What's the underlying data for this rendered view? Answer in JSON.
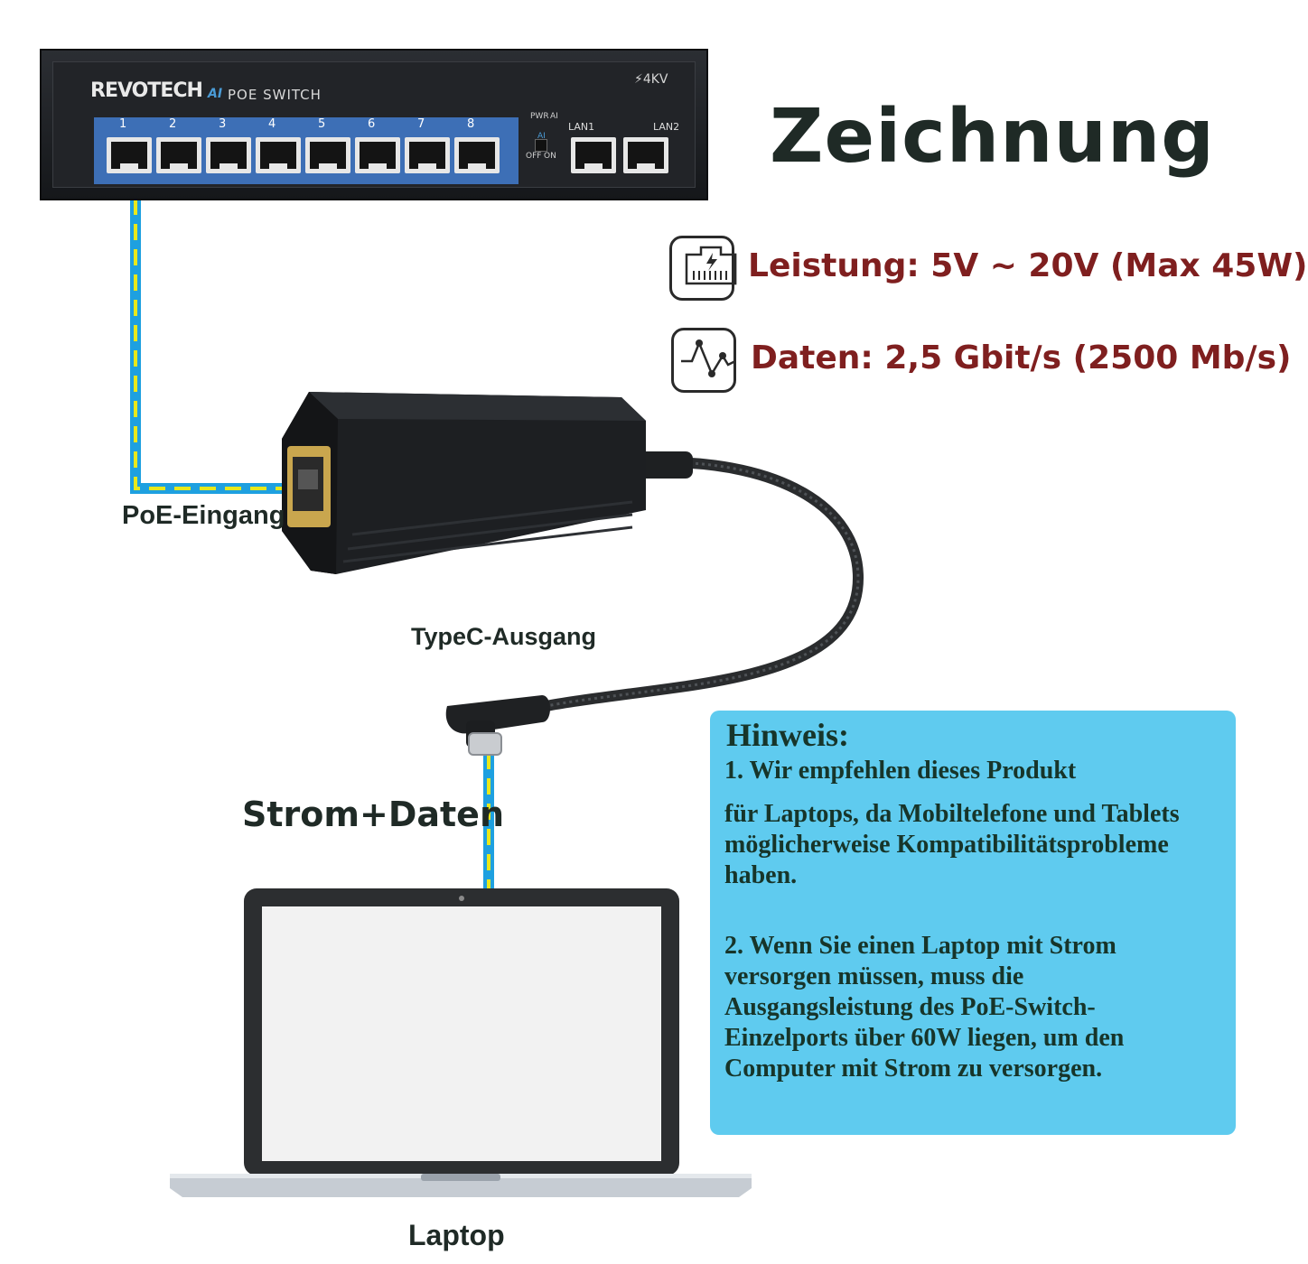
{
  "switch": {
    "brand": "REVOTECH",
    "brand_ai": "AI",
    "brand_sub": "POE SWITCH",
    "surge": "4KV",
    "ports": [
      "1",
      "2",
      "3",
      "4",
      "5",
      "6",
      "7",
      "8"
    ],
    "pwr": "PWR",
    "ai": "AI",
    "ai_small": "AI",
    "off": "OFF",
    "on": "ON",
    "lan1": "LAN1",
    "lan2": "LAN2"
  },
  "heading": "Zeichnung",
  "specs": {
    "power": "Leistung: 5V ~ 20V (Max 45W)",
    "power_icon": "ethernet-power-icon",
    "data": "Daten: 2,5 Gbit/s (2500 Mb/s)",
    "data_icon": "waveform-icon"
  },
  "labels": {
    "poe_in": "PoE-Eingang",
    "typec_out": "TypeC-Ausgang",
    "power_data": "Strom+Daten",
    "laptop": "Laptop"
  },
  "note": {
    "title": "Hinweis:",
    "p1_line1": "1. Wir empfehlen dieses Produkt",
    "p1_rest": "für Laptops, da Mobiltelefone und Tablets möglicherweise Kompatibilitätsprobleme haben.",
    "p2": "2. Wenn Sie einen Laptop mit Strom versorgen müssen, muss die Ausgangsleistung des PoE-Switch-Einzelports über 60W liegen, um den Computer mit Strom zu versorgen."
  },
  "colors": {
    "cable_blue": "#1ea0e0",
    "cable_yellow": "#e8e81c",
    "spec_text": "#7f1f1f",
    "note_bg": "#5fcbef"
  }
}
